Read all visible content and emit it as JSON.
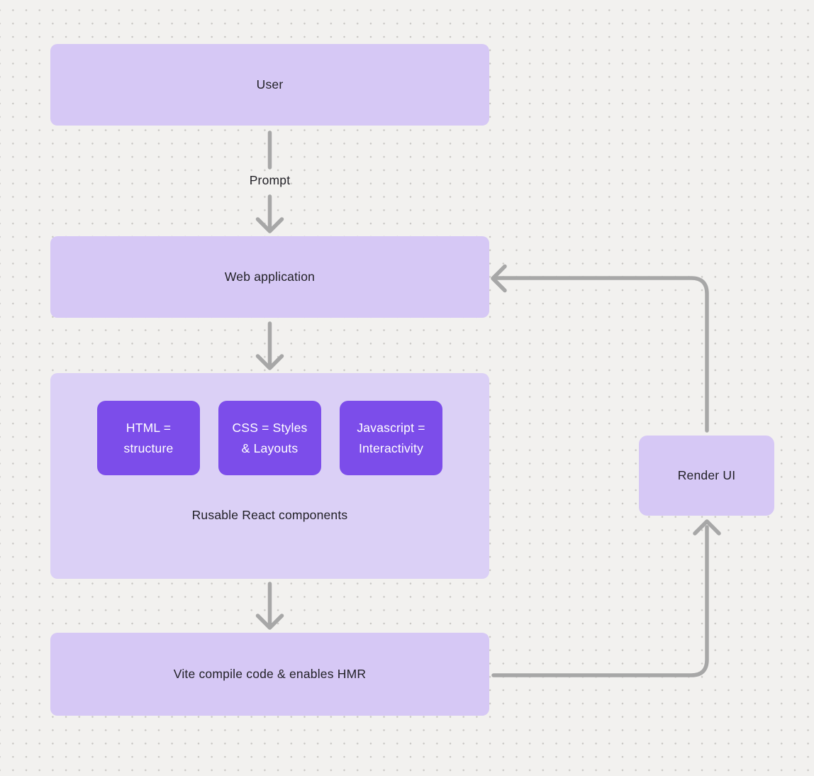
{
  "diagram": {
    "nodes": {
      "user": {
        "label": "User"
      },
      "web_app": {
        "label": "Web application"
      },
      "components_container": {
        "caption": "Rusable React components",
        "children": [
          {
            "line1": "HTML =",
            "line2": "structure"
          },
          {
            "line1": "CSS = Styles",
            "line2": "& Layouts"
          },
          {
            "line1": "Javascript =",
            "line2": "Interactivity"
          }
        ]
      },
      "vite": {
        "label": "Vite compile code & enables HMR"
      },
      "render_ui": {
        "label": "Render UI"
      }
    },
    "edges": {
      "user_to_webapp_label": "Prompt"
    },
    "colors": {
      "background": "#f2f1ef",
      "grid_dot": "#c8c6c3",
      "node_light_purple": "#d6c8f5",
      "container_light_purple": "#dbd0f6",
      "chip_dark_purple": "#7c4dea",
      "arrow_gray": "#a7a7a7",
      "text_dark": "#222127",
      "text_on_dark": "#ffffff"
    }
  }
}
